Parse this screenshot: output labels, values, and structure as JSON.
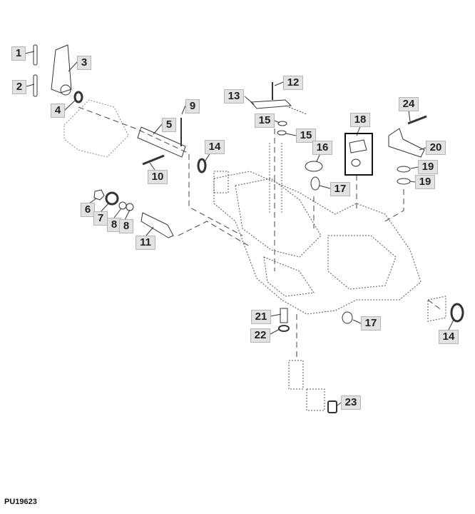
{
  "figure_id": "PU19623",
  "callouts": {
    "c1": "1",
    "c2": "2",
    "c3": "3",
    "c4": "4",
    "c5": "5",
    "c6": "6",
    "c7": "7",
    "c8a": "8",
    "c8b": "8",
    "c9": "9",
    "c10": "10",
    "c11": "11",
    "c12": "12",
    "c13": "13",
    "c14a": "14",
    "c14b": "14",
    "c15a": "15",
    "c15b": "15",
    "c16": "16",
    "c17a": "17",
    "c17b": "17",
    "c18": "18",
    "c19a": "19",
    "c19b": "19",
    "c20": "20",
    "c21": "21",
    "c22": "22",
    "c23": "23",
    "c24": "24"
  }
}
